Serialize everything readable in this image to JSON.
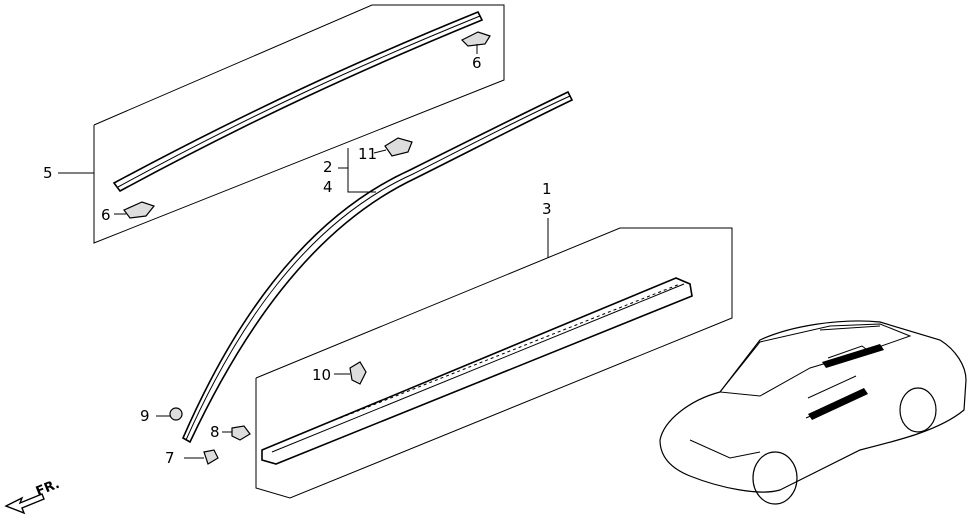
{
  "callouts": {
    "c1": "1",
    "c2": "2",
    "c3": "3",
    "c4": "4",
    "c5": "5",
    "c6a": "6",
    "c6b": "6",
    "c7": "7",
    "c8": "8",
    "c9": "9",
    "c10": "10",
    "c11": "11"
  },
  "direction": {
    "label": "FR."
  }
}
